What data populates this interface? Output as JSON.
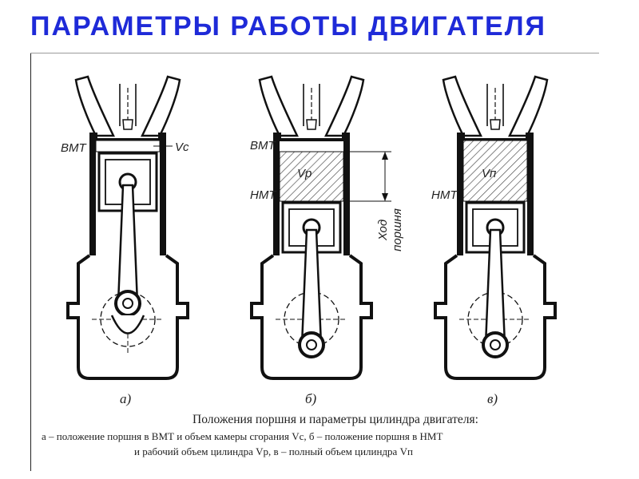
{
  "slide": {
    "title": "ПАРАМЕТРЫ РАБОТЫ ДВИГАТЕЛЯ"
  },
  "diagram": {
    "labels": {
      "tdc": "ВМТ",
      "bdc": "НМТ",
      "vc": "Vс",
      "vr": "Vр",
      "vp": "Vп",
      "stroke_line1": "Ход",
      "stroke_line2": "поршня"
    },
    "panels": [
      {
        "sublabel": "а)"
      },
      {
        "sublabel": "б)"
      },
      {
        "sublabel": "в)"
      }
    ],
    "caption": {
      "title": "Положения поршня и параметры цилиндра двигателя:",
      "line1": "а – положение поршня в ВМТ и объем камеры сгорания Vс, б – положение поршня в НМТ",
      "line2": "и рабочий объем цилиндра Vр, в – полный объем цилиндра Vп"
    }
  }
}
